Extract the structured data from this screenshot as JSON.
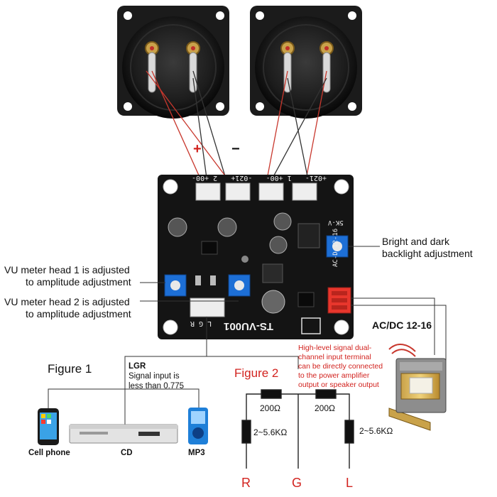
{
  "labels": {
    "plus": "+",
    "minus": "−",
    "backlight": [
      "Bright and dark",
      "backlight adjustment"
    ],
    "head1": [
      "VU meter head 1 is adjusted",
      "to amplitude adjustment"
    ],
    "head2": [
      "VU meter head 2 is adjusted",
      "to amplitude adjustment"
    ],
    "power": "AC/DC 12-16",
    "highlevel": [
      "High-level signal dual-",
      "channel input terminal",
      "can be directly connected",
      "to the power amplifier",
      "output or speaker output"
    ],
    "figure1": "Figure 1",
    "figure2": "Figure 2",
    "lgr_title": "LGR",
    "lgr_text": [
      "Signal input is",
      "less than 0.775"
    ],
    "cellphone": "Cell phone",
    "cd": "CD",
    "mp3": "MP3",
    "res_top_left": "200Ω",
    "res_top_right": "200Ω",
    "res_left": "2~5.6KΩ",
    "res_right": "2~5.6KΩ",
    "term_r": "R",
    "term_g": "G",
    "term_l": "L"
  },
  "board": {
    "name": "TS-VU001",
    "connectors": [
      "2 +00-",
      "-021+",
      "1 +00-",
      "+021-"
    ],
    "pot_label": "5K-V",
    "power_label": "AC-D 12-16",
    "input_label": "L G R"
  },
  "colors": {
    "annotation_red": "#d2231f",
    "pcb": "#141414",
    "wire_red": "#c8372d",
    "wire_dark": "#333333"
  }
}
